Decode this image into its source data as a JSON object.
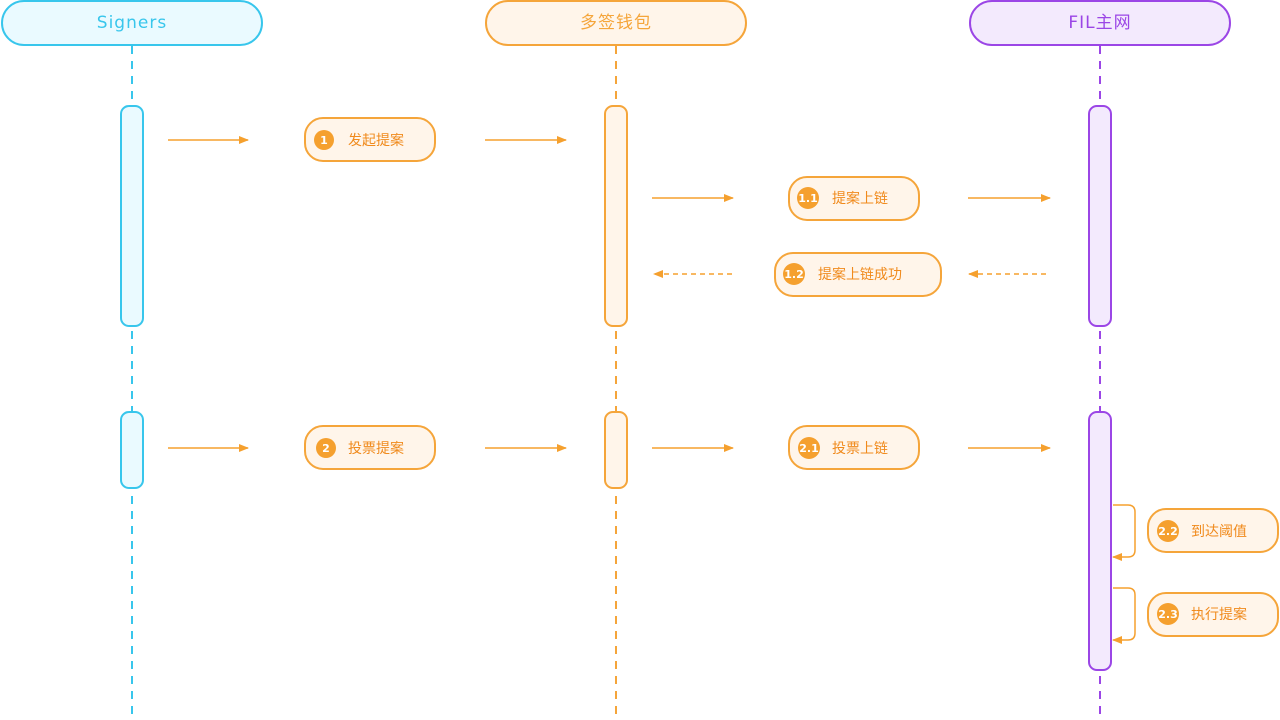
{
  "colors": {
    "signers": "#38c6ec",
    "signers_fill": "#eafaff",
    "wallet": "#f5a53a",
    "wallet_fill": "#fff5ea",
    "fil": "#9b46e6",
    "fil_fill": "#f3eafd",
    "message": "#f5a02e",
    "badge": "#f5a02e",
    "badge_text": "#ffffff",
    "label_text": "#f08a1c"
  },
  "participants": [
    {
      "id": "signers",
      "name": "Signers"
    },
    {
      "id": "wallet",
      "name": "多签钱包"
    },
    {
      "id": "fil",
      "name": "FIL主网"
    }
  ],
  "messages": [
    {
      "num": "1",
      "text": "发起提案",
      "from": "signers",
      "to": "wallet",
      "style": "solid"
    },
    {
      "num": "1.1",
      "text": "提案上链",
      "from": "wallet",
      "to": "fil",
      "style": "solid"
    },
    {
      "num": "1.2",
      "text": "提案上链成功",
      "from": "fil",
      "to": "wallet",
      "style": "dashed"
    },
    {
      "num": "2",
      "text": "投票提案",
      "from": "signers",
      "to": "wallet",
      "style": "solid"
    },
    {
      "num": "2.1",
      "text": "投票上链",
      "from": "wallet",
      "to": "fil",
      "style": "solid"
    },
    {
      "num": "2.2",
      "text": "到达阈值",
      "from": "fil",
      "to": "fil",
      "style": "self"
    },
    {
      "num": "2.3",
      "text": "执行提案",
      "from": "fil",
      "to": "fil",
      "style": "self"
    }
  ]
}
